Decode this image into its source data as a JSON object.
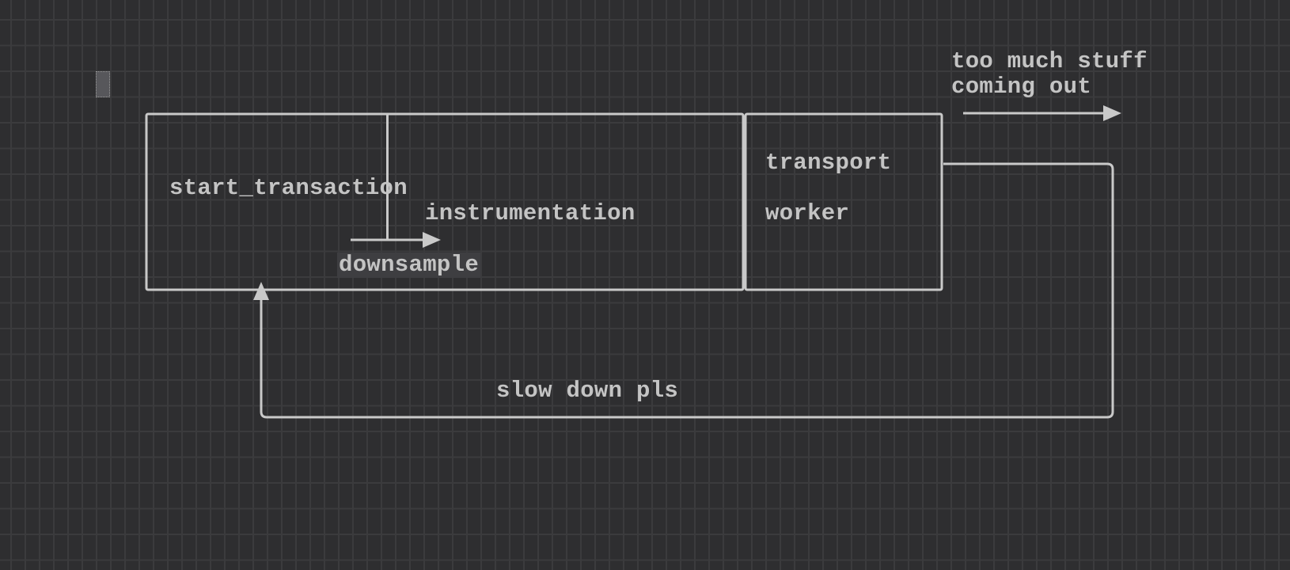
{
  "colors": {
    "canvas_bg": "#2e2e30",
    "grid_line": "#3b3b3d",
    "stroke": "#c9c9c9",
    "text": "#c4c4c4",
    "cursor_fill": "#57575b",
    "cursor_border": "#9b9b9b",
    "highlight": "#3e3e41"
  },
  "diagram": {
    "pipeline": {
      "start_transaction": "start_transaction",
      "instrumentation": "instrumentation",
      "downsample": "downsample"
    },
    "transport": {
      "transport": "transport",
      "worker": "worker"
    },
    "annotations": {
      "output_line1": "too much stuff",
      "output_line2": "coming out",
      "backpressure": "slow down pls"
    }
  }
}
